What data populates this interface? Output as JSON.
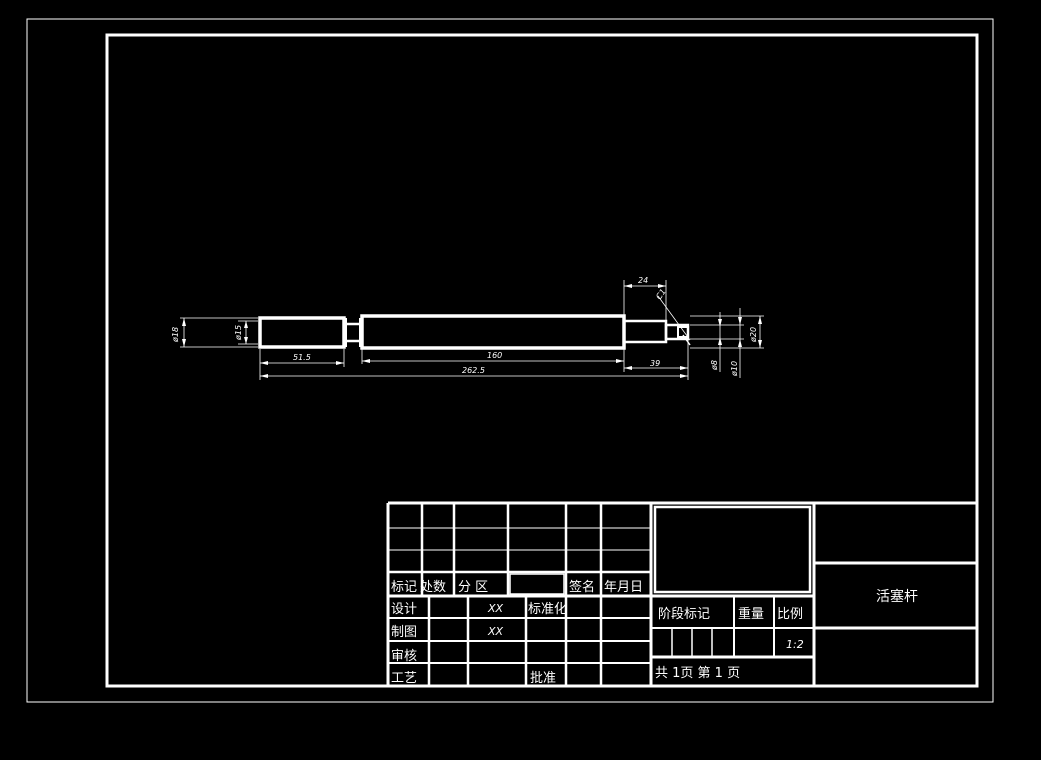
{
  "drawing": {
    "part_name": "活塞杆",
    "dimensions": {
      "d_left_outer": "ø18",
      "d_left_inner": "ø15",
      "len_left": "51.5",
      "len_main": "160",
      "len_total": "262.5",
      "len_end": "39",
      "len_shoulder": "24",
      "chamfer": "C1",
      "d_right_outer": "ø20",
      "d_right_mid": "ø10",
      "d_right_small": "ø8"
    }
  },
  "title_block": {
    "mark": "标记",
    "count": "处数",
    "zone": "分 区",
    "signature": "签名",
    "date": "年月日",
    "design": "设计",
    "xx1": "XX",
    "standardization": "标准化",
    "drafting": "制图",
    "xx2": "XX",
    "review": "审核",
    "process": "工艺",
    "approve": "批准",
    "stage_mark": "阶段标记",
    "weight": "重量",
    "scale_label": "比例",
    "scale_value": "1:2",
    "sheets": "共 1页 第 1 页"
  }
}
